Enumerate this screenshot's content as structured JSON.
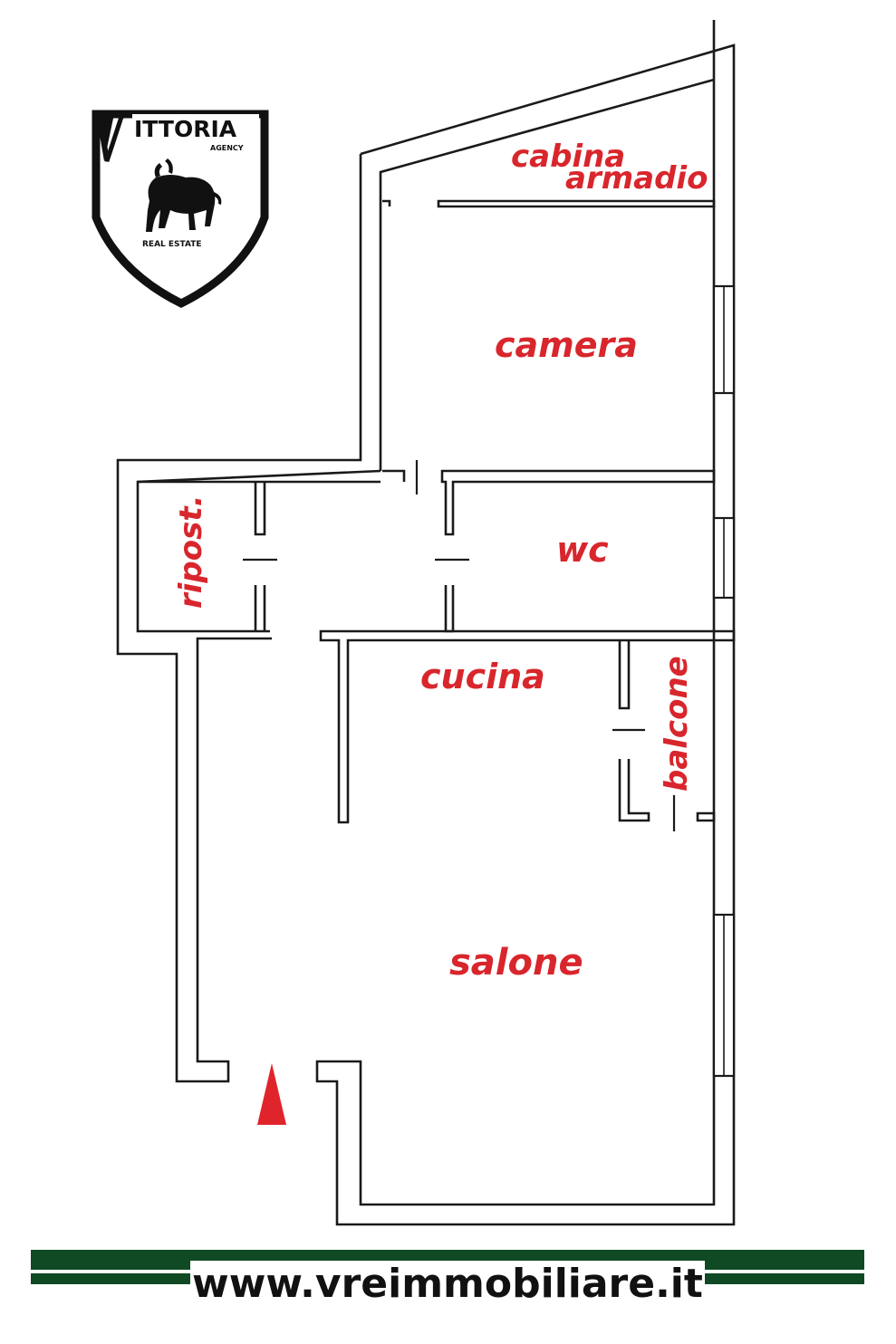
{
  "logo": {
    "brand": "ITTORIA",
    "initial": "V",
    "agency": "AGENCY",
    "tagline": "REAL ESTATE",
    "icon": "bull-icon"
  },
  "rooms": {
    "cabina_line1": "cabina",
    "cabina_line2": "armadio",
    "camera": "camera",
    "wc": "wc",
    "ripost": "ripost.",
    "cucina": "cucina",
    "balcone": "balcone",
    "salone": "salone"
  },
  "entrance": {
    "icon": "entrance-arrow-icon"
  },
  "footer": {
    "url": "www.vreimmobiliare.it"
  },
  "colors": {
    "label": "#d8262c",
    "banner": "#0f4a24",
    "entrance": "#e0242b"
  }
}
